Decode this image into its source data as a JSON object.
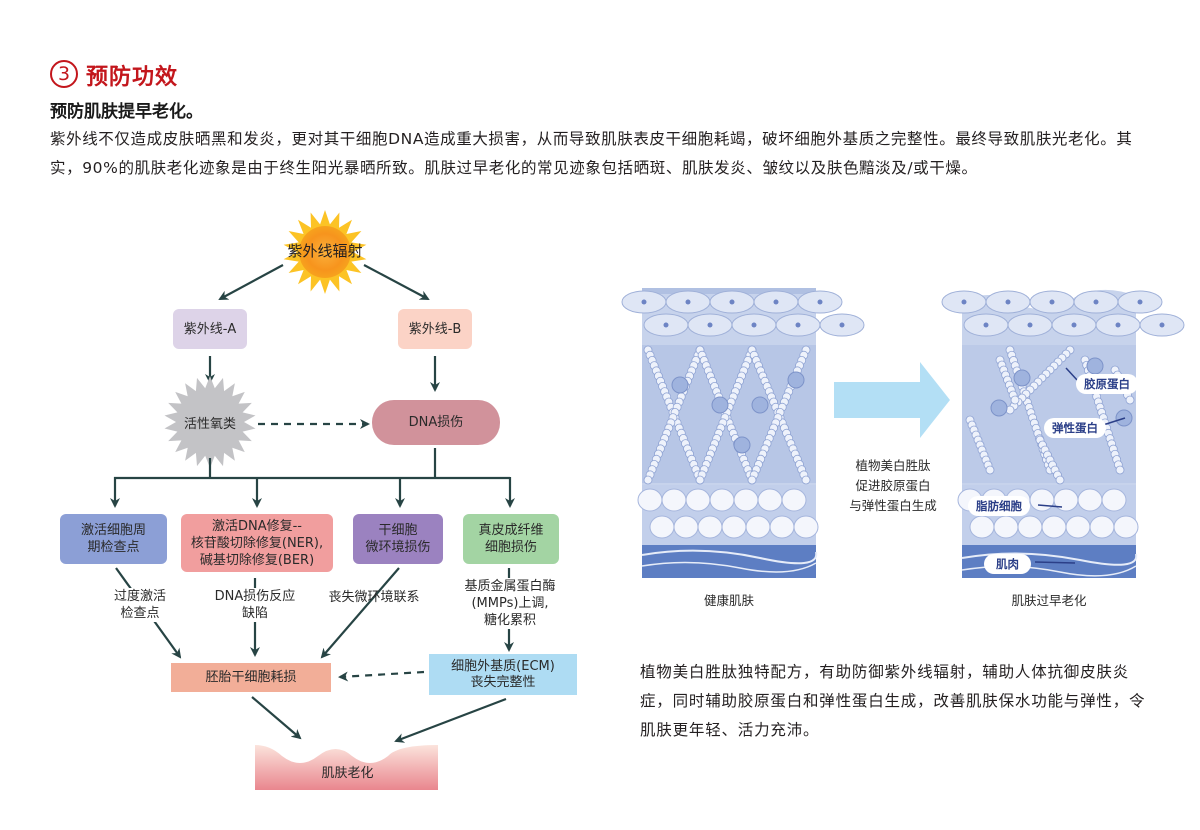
{
  "header": {
    "section_number": "3",
    "title": "预防功效",
    "subtitle": "预防肌肤提早老化。",
    "intro": "紫外线不仅造成皮肤晒黑和发炎，更对其干细胞DNA造成重大损害，从而导致肌肤表皮干细胞耗竭，破坏细胞外基质之完整性。最终导致肌肤光老化。其实，90%的肌肤老化迹象是由于终生阳光暴晒所致。肌肤过早老化的常见迹象包括晒斑、肌肤发炎、皱纹以及肤色黯淡及/或干燥。"
  },
  "flowchart": {
    "source": "紫外线辐射",
    "uva": "紫外线-A",
    "uvb": "紫外线-B",
    "ros": "活性氧类",
    "dna_damage": "DNA损伤",
    "branches": [
      {
        "label": "激活细胞周\n期检查点",
        "color": "#8c9fd6",
        "effect": "过度激活\n检查点"
      },
      {
        "label": "激活DNA修复--\n核苷酸切除修复(NER),\n碱基切除修复(BER)",
        "color": "#f19e9e",
        "effect": "DNA损伤反应\n缺陷"
      },
      {
        "label": "干细胞\n微环境损伤",
        "color": "#9b82c0",
        "effect": "丧失微环境联系"
      },
      {
        "label": "真皮成纤维\n细胞损伤",
        "color": "#a3d4a3",
        "effect": "基质金属蛋白酶\n(MMPs)上调,\n糖化累积"
      }
    ],
    "stem_cell_exhaustion": "胚胎干细胞耗损",
    "ecm_loss": "细胞外基质(ECM)\n丧失完整性",
    "result": "肌肤老化",
    "colors": {
      "uva": "#ddd3e8",
      "uvb": "#fbd3c6",
      "ros": "#c3c3c6",
      "dna": "#d1929b",
      "stem": "#f2ae98",
      "ecm": "#aedcf3",
      "arrow": "#274444"
    }
  },
  "comparison": {
    "healthy_caption": "健康肌肤",
    "aged_caption": "肌肤过早老化",
    "arrow_text": "植物美白胜肽\n促进胶原蛋白\n与弹性蛋白生成",
    "labels": {
      "collagen": "胶原蛋白",
      "elastin": "弹性蛋白",
      "fat_cell": "脂肪细胞",
      "muscle": "肌肉"
    },
    "arrow_color": "#b3dff5"
  },
  "bottom_text": "植物美白胜肽独特配方，有助防御紫外线辐射，辅助人体抗御皮肤炎症，同时辅助胶原蛋白和弹性蛋白生成，改善肌肤保水功能与弹性，令肌肤更年轻、活力充沛。"
}
